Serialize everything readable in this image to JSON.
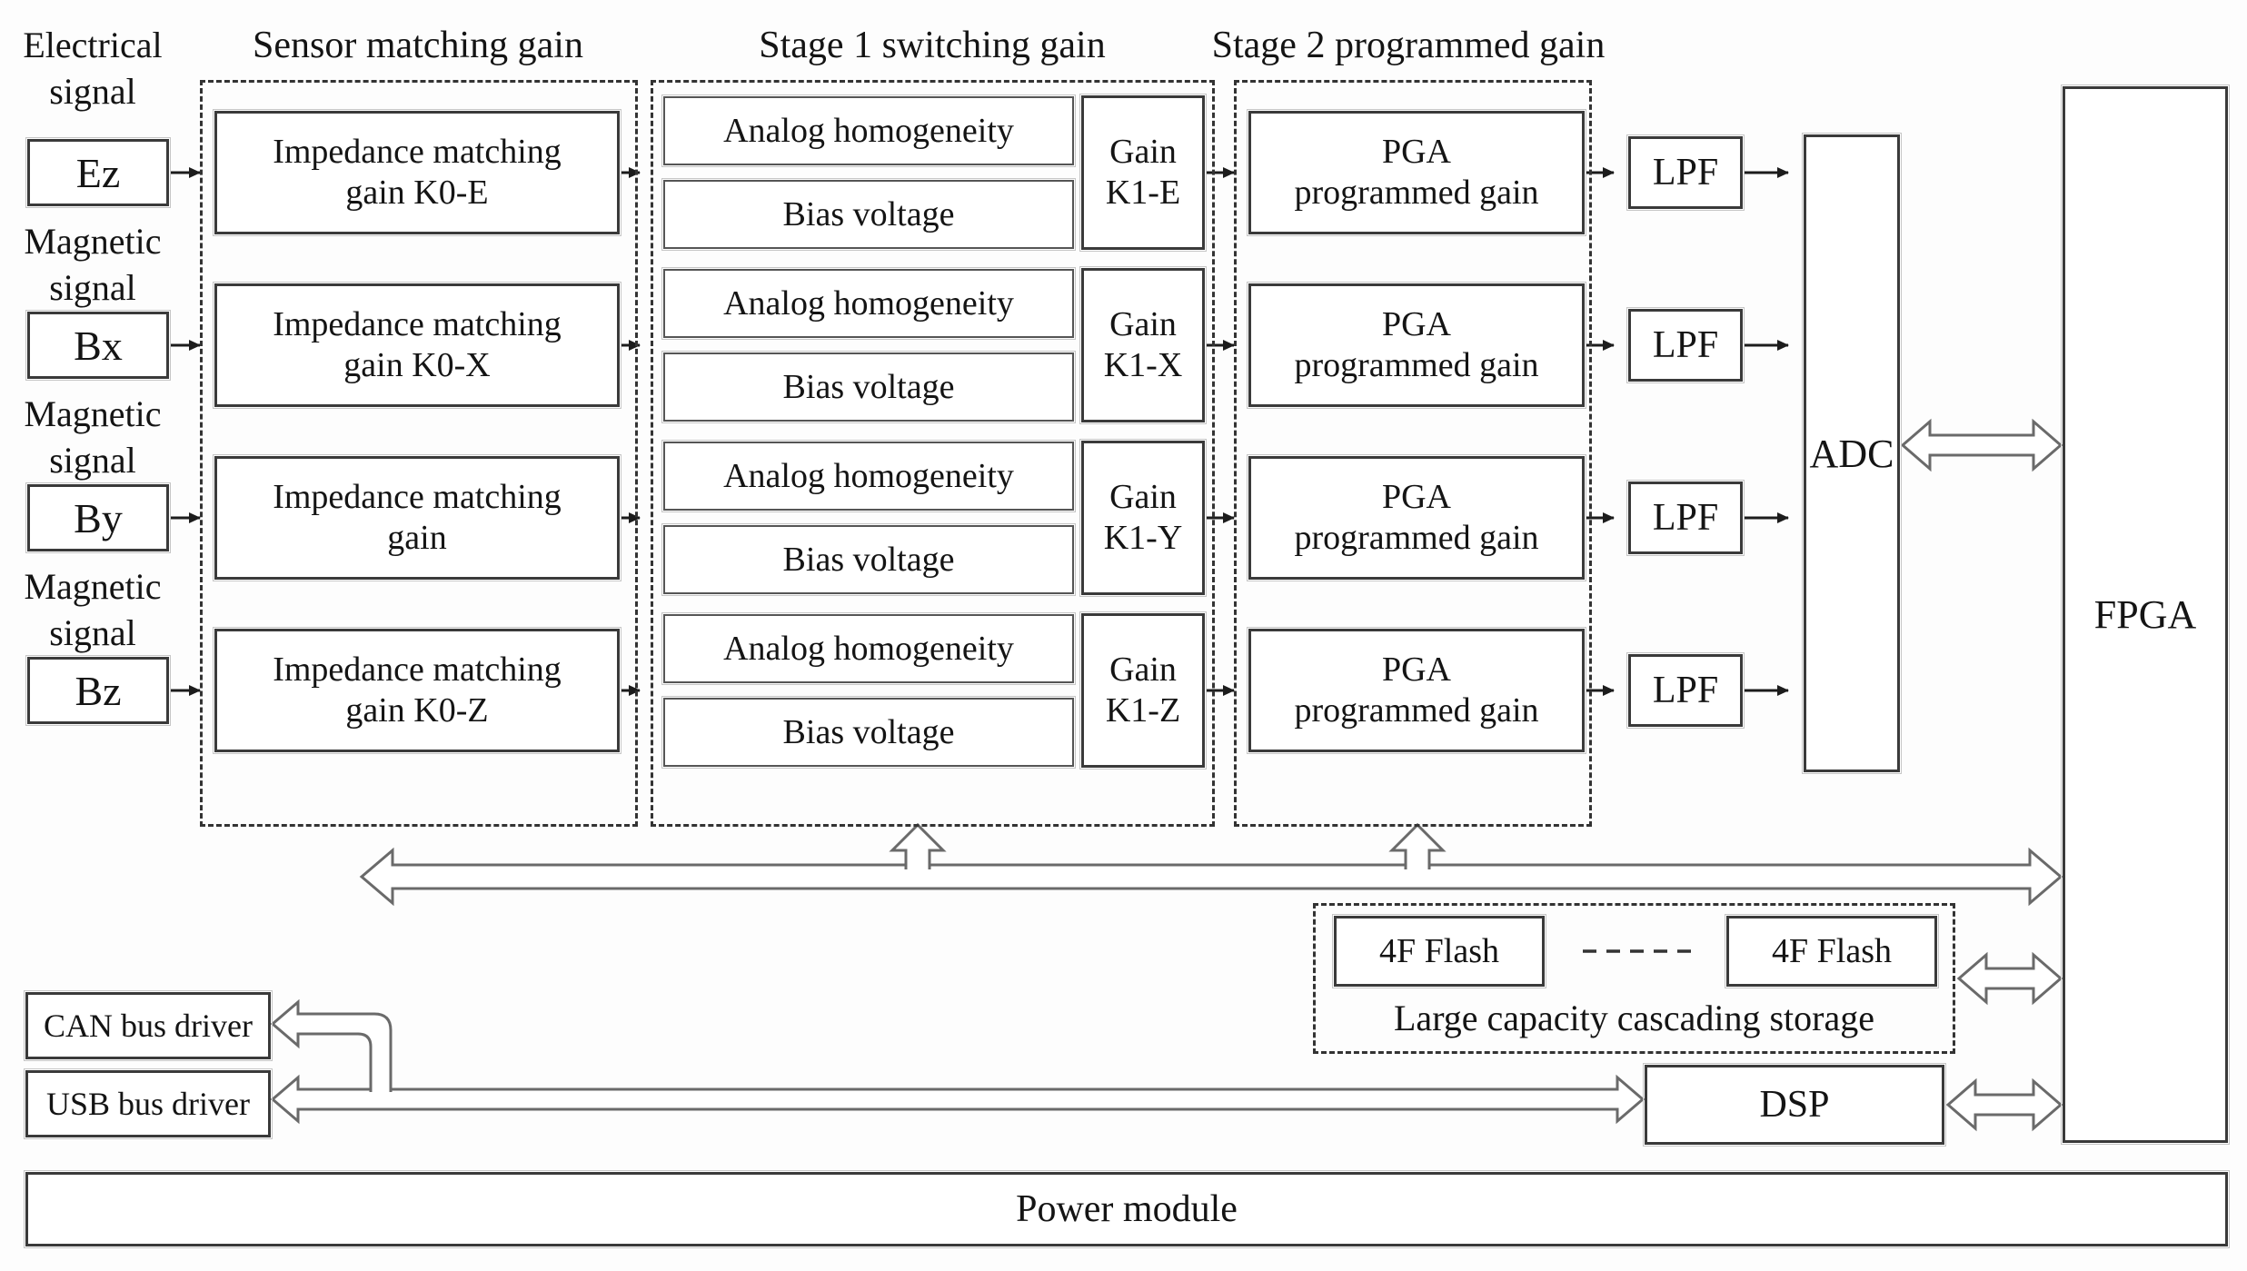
{
  "colors": {
    "box_border": "#3a3a3a",
    "hollow_arrow": "#6a6a6a",
    "flow_arrow": "#1c1c1c",
    "text": "#141414"
  },
  "headers": {
    "sensor": "Sensor matching gain",
    "stage1": "Stage 1 switching gain",
    "stage2": "Stage 2 programmed gain"
  },
  "rows": [
    {
      "input_label": "Electrical signal",
      "signal": "Ez",
      "impedance_line1": "Impedance matching",
      "impedance_line2": "gain K0-E",
      "analog": "Analog homogeneity",
      "bias": "Bias voltage",
      "gain_line1": "Gain",
      "gain_line2": "K1-E",
      "pga_line1": "PGA",
      "pga_line2": "programmed gain",
      "lpf": "LPF"
    },
    {
      "input_label": "Magnetic signal",
      "signal": "Bx",
      "impedance_line1": "Impedance matching",
      "impedance_line2": "gain K0-X",
      "analog": "Analog homogeneity",
      "bias": "Bias voltage",
      "gain_line1": "Gain",
      "gain_line2": "K1-X",
      "pga_line1": "PGA",
      "pga_line2": "programmed gain",
      "lpf": "LPF"
    },
    {
      "input_label": "Magnetic signal",
      "signal": "By",
      "impedance_line1": "Impedance matching",
      "impedance_line2": "gain",
      "analog": "Analog homogeneity",
      "bias": "Bias voltage",
      "gain_line1": "Gain",
      "gain_line2": "K1-Y",
      "pga_line1": "PGA",
      "pga_line2": "programmed gain",
      "lpf": "LPF"
    },
    {
      "input_label": "Magnetic signal",
      "signal": "Bz",
      "impedance_line1": "Impedance matching",
      "impedance_line2": "gain K0-Z",
      "analog": "Analog homogeneity",
      "bias": "Bias voltage",
      "gain_line1": "Gain",
      "gain_line2": "K1-Z",
      "pga_line1": "PGA",
      "pga_line2": "programmed gain",
      "lpf": "LPF"
    }
  ],
  "adc_label": "ADC",
  "fpga_label": "FPGA",
  "storage": {
    "flash_left": "4F Flash",
    "flash_right": "4F Flash",
    "caption": "Large capacity cascading storage"
  },
  "dsp_label": "DSP",
  "can_label": "CAN bus driver",
  "usb_label": "USB bus driver",
  "power_label": "Power module"
}
